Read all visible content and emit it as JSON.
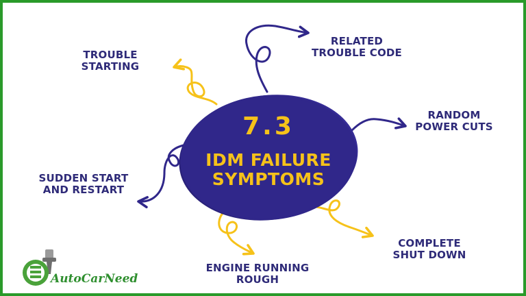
{
  "hub": {
    "number": "7.3",
    "title": "IDM FAILURE\nSYMPTOMS"
  },
  "symptoms": [
    {
      "id": "trouble-starting",
      "label": "TROUBLE\nSTARTING"
    },
    {
      "id": "related-trouble-code",
      "label": "RELATED\nTROUBLE CODE"
    },
    {
      "id": "random-power-cuts",
      "label": "RANDOM\nPOWER CUTS"
    },
    {
      "id": "sudden-start-restart",
      "label": "SUDDEN START\nAND RESTART"
    },
    {
      "id": "complete-shut-down",
      "label": "COMPLETE\nSHUT DOWN"
    },
    {
      "id": "engine-running-rough",
      "label": "ENGINE RUNNING\nROUGH"
    }
  ],
  "logo": {
    "text": "AutoCarNeed",
    "icon": "car-logo-icon"
  },
  "colors": {
    "navy": "#30278a",
    "gold": "#f6c21a",
    "border": "#2a9a2a",
    "label": "#2e2a78"
  }
}
